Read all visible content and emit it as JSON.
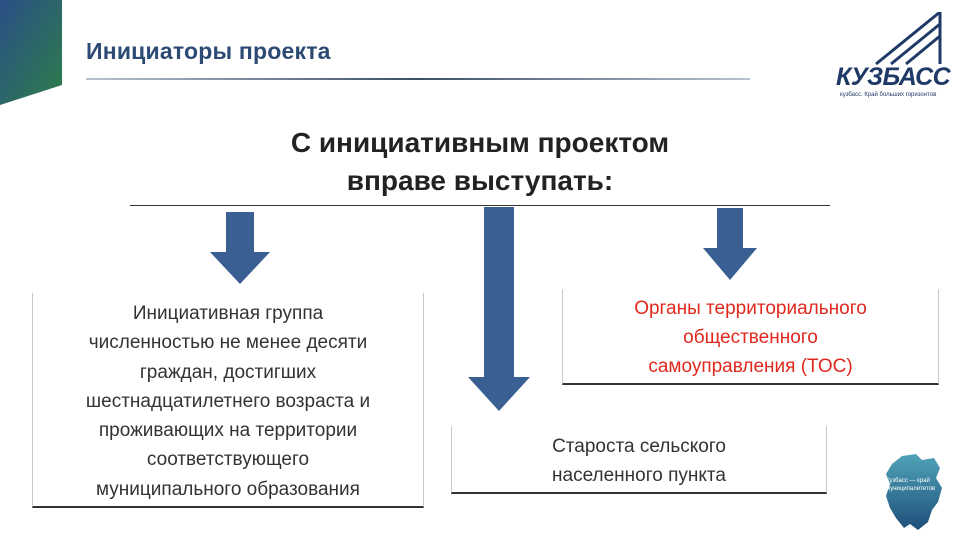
{
  "header": {
    "title": "Инициаторы проекта"
  },
  "logo": {
    "name": "КУЗБАСС",
    "tagline": "кузбасс. Край больших горизонтов"
  },
  "main": {
    "heading_line1": "С инициативным проектом",
    "heading_line2": "вправе выступать:"
  },
  "boxes": {
    "group": [
      "Инициативная группа",
      "численностью не менее десяти",
      "граждан, достигших",
      "шестнадцатилетнего возраста и",
      "проживающих на территории",
      "соответствующего",
      "муниципального образования"
    ],
    "tos": [
      "Органы территориального",
      "общественного",
      "самоуправления (ТОС)"
    ],
    "elder": [
      "Староста сельского",
      "населенного пункта"
    ]
  },
  "map_label": "Кузбасс — край муниципалитетов",
  "colors": {
    "title": "#2c4a74",
    "arrow": "#3a5f93",
    "accent_red": "#e0281c",
    "corner_green": "#2e7d4a",
    "corner_blue": "#2a4f86"
  }
}
